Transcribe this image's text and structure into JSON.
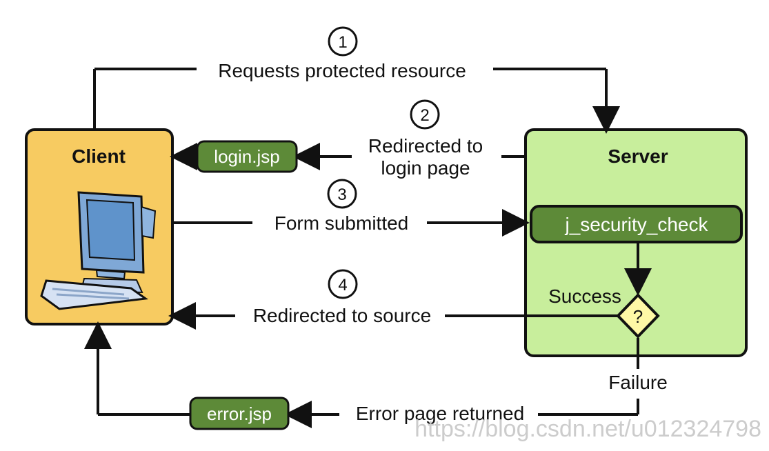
{
  "diagram": {
    "client": {
      "title": "Client"
    },
    "server": {
      "title": "Server"
    },
    "steps": [
      {
        "number": "1",
        "label": "Requests protected resource"
      },
      {
        "number": "2",
        "label_line1": "Redirected to",
        "label_line2": "login page"
      },
      {
        "number": "3",
        "label": "Form submitted"
      },
      {
        "number": "4",
        "label": "Redirected to source"
      }
    ],
    "pages": {
      "login": "login.jsp",
      "error": "error.jsp",
      "security_check": "j_security_check"
    },
    "decision": {
      "symbol": "?",
      "success": "Success",
      "failure": "Failure"
    },
    "error_label": "Error page returned",
    "watermark": "https://blog.csdn.net/u012324798"
  },
  "colors": {
    "client_fill": "#f7cb61",
    "server_fill": "#c8ee9c",
    "pill_fill": "#5d8a38",
    "decision_fill": "#fff8a6",
    "stroke": "#111111"
  }
}
